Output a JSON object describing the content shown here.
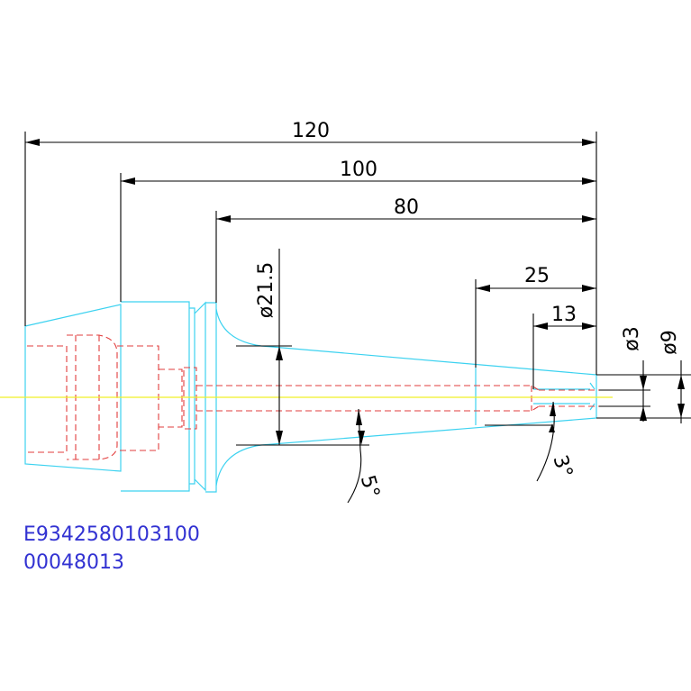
{
  "dimensions": {
    "length_120": "120",
    "length_100": "100",
    "length_80": "80",
    "length_25": "25",
    "length_13": "13",
    "diameter_21_5": "ø21.5",
    "diameter_3": "ø3",
    "diameter_9": "ø9",
    "angle_5": "5°",
    "angle_3": "3°"
  },
  "part_code": {
    "line1": "E9342580103100",
    "line2": "00048013"
  },
  "colors": {
    "outline": "#3cd2f0",
    "hidden_lines": "#e23c3c",
    "center_line": "#f0f028",
    "dimensions": "#000000",
    "code_text": "#3232d2"
  }
}
